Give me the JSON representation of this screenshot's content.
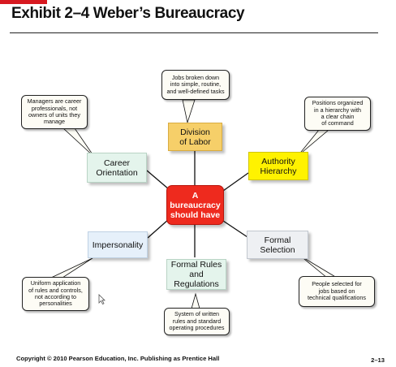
{
  "title": "Exhibit 2–4   Weber’s Bureaucracy",
  "center": "A bureaucracy\nshould have",
  "nodes": {
    "division": "Division\nof Labor",
    "authority": "Authority\nHierarchy",
    "formal_selection": "Formal\nSelection",
    "formal_rules": "Formal Rules\nand Regulations",
    "impersonality": "Impersonality",
    "career": "Career\nOrientation"
  },
  "notes": {
    "division": "Jobs broken down\ninto simple, routine,\nand well-defined tasks",
    "authority": "Positions organized\nin a hierarchy with\na clear chain\nof command",
    "formal_selection": "People selected for\njobs based on\ntechnical qualifications",
    "formal_rules": "System of written\nrules and standard\noperating procedures",
    "impersonality": "Uniform application\nof rules and controls,\nnot according to\npersonalities",
    "career": "Managers are career\nprofessionals, not\nowners of units they\nmanage"
  },
  "footer": "Copyright © 2010 Pearson Education, Inc. Publishing as Prentice Hall",
  "page_number": "2–13",
  "colors": {
    "accent": "#d71920",
    "center": "#ee2a1e",
    "division": "#f6cf69",
    "authority": "#fff200",
    "career": "#e4f4ec",
    "impersonality": "#e6f0fa",
    "formal_rules": "#e4f4ec",
    "formal_selection": "#eef0f3"
  }
}
